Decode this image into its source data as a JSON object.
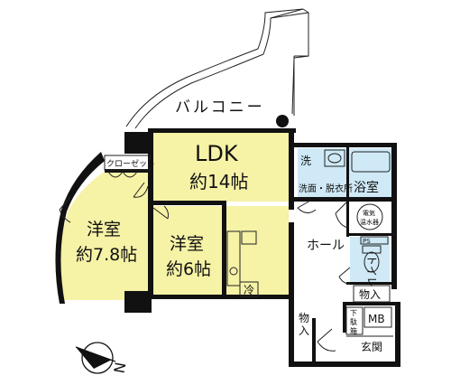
{
  "rooms": {
    "balcony": "バルコニー",
    "ldk_name": "LDK",
    "ldk_size": "約14帖",
    "west_name": "洋室",
    "west_size": "約7.8帖",
    "center_name": "洋室",
    "center_size": "約6帖",
    "closet": "クローゼット",
    "senmen": "洗面・脱衣所",
    "bath": "浴室",
    "hall": "ホール",
    "toilet": "トイレ",
    "storage_a": "物入",
    "storage_b": "物入",
    "entrance": "玄関"
  },
  "fixtures": {
    "washer": "洗",
    "fridge": "冷",
    "water_heater_1": "電気",
    "water_heater_2": "温水器",
    "ps": "PS",
    "shoe_box_1": "下",
    "shoe_box_2": "駄",
    "shoe_box_3": "箱",
    "mb": "MB"
  },
  "compass": {
    "north": "N"
  },
  "colors": {
    "room_fill": "#f6f2a6",
    "wet_fill": "#cfe9f7",
    "wall": "#111111"
  }
}
